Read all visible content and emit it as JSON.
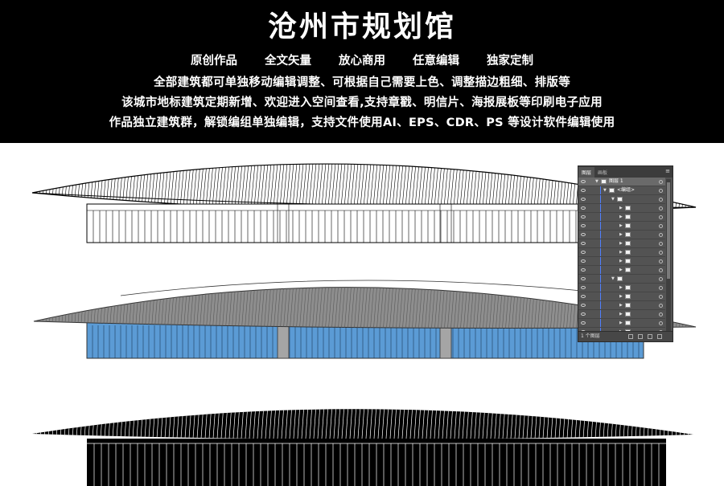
{
  "title": "沧州市规划馆",
  "features": [
    "原创作品",
    "全文矢量",
    "放心商用",
    "任意编辑",
    "独家定制"
  ],
  "desc_lines": [
    "全部建筑都可单独移动编辑调整、可根据自己需要上色、调整描边粗细、排版等",
    "该城市地标建筑定期新增、欢迎进入空间查看,支持章戳、明信片、海报展板等印刷电子应用",
    "作品独立建筑群，解锁编组单独编辑，支持文件使用AI、EPS、CDR、PS 等设计软件编辑使用"
  ],
  "colors": {
    "banner_bg": "#000000",
    "glass_blue": "#5b9bd5",
    "roof_gray": "#8e8e8e",
    "pillar_gray": "#a5a5a5",
    "panel_bg": "#535353"
  },
  "layers_panel": {
    "tabs": [
      "图层",
      "画板"
    ],
    "menu_icon": "panel-menu-icon",
    "layer_name": "图层 1",
    "group_name": "<编组>",
    "status": "1 个图层"
  }
}
